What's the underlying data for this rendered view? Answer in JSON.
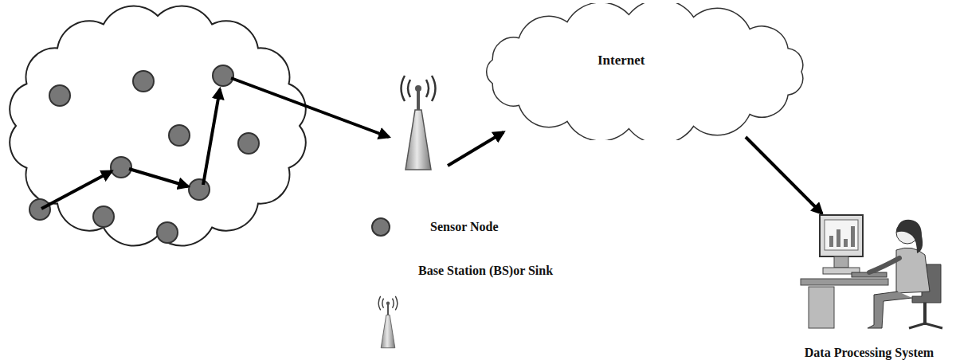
{
  "diagram": {
    "nodes": [
      {
        "text": [
          "Internet"
        ]
      },
      {
        "text": [
          "Data Processing System"
        ]
      }
    ],
    "edges": [
      {
        "from": 0,
        "to": 1,
        "arrow": "to"
      }
    ],
    "legend": [
      {
        "text": "Sensor Node"
      },
      {
        "text": "Base Station (BS)or Sink"
      }
    ]
  }
}
